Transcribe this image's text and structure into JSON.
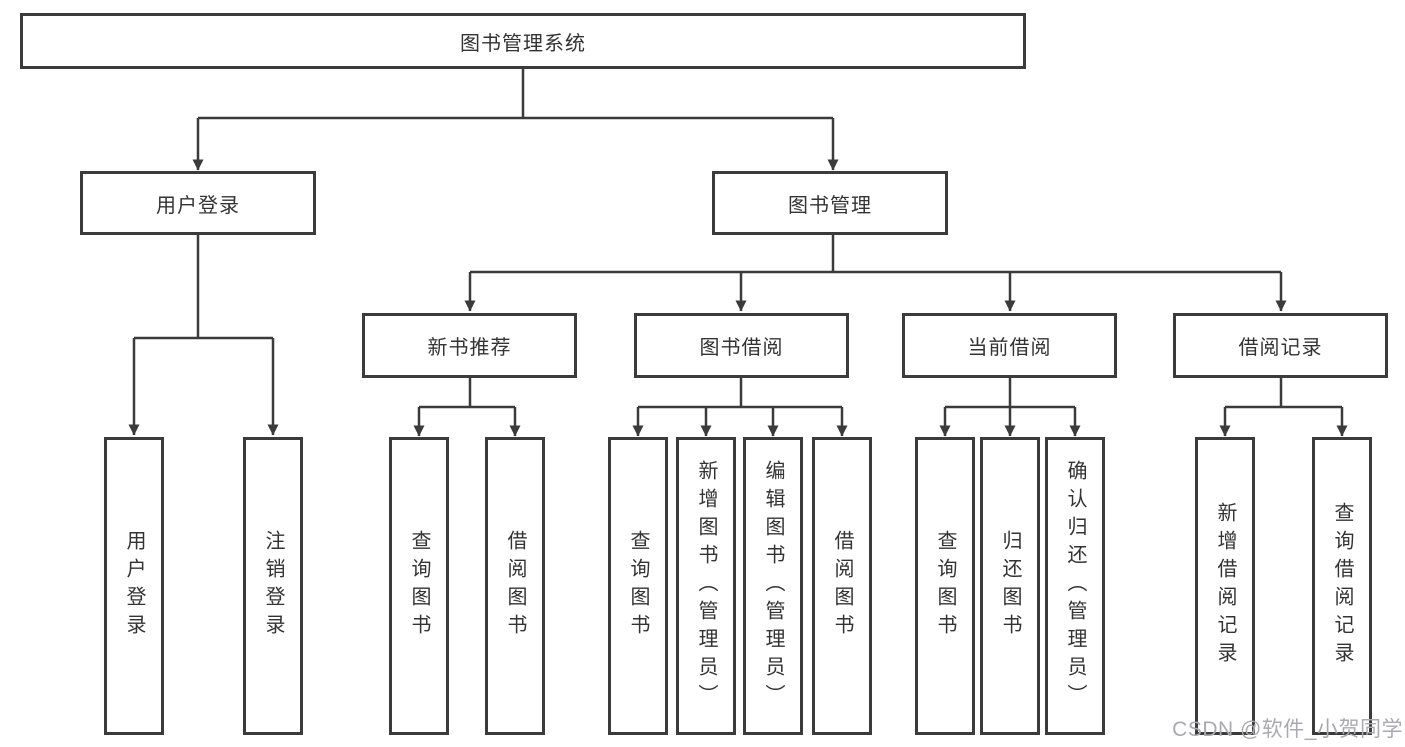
{
  "diagram": {
    "root": {
      "label": "图书管理系统"
    },
    "level2": [
      {
        "label": "用户登录"
      },
      {
        "label": "图书管理"
      }
    ],
    "level3": [
      {
        "label": "新书推荐"
      },
      {
        "label": "图书借阅"
      },
      {
        "label": "当前借阅"
      },
      {
        "label": "借阅记录"
      }
    ],
    "leaves": [
      {
        "label": "用户登录"
      },
      {
        "label": "注销登录"
      },
      {
        "label": "查询图书"
      },
      {
        "label": "借阅图书"
      },
      {
        "label": "查询图书"
      },
      {
        "label": "新增图书（管理员）"
      },
      {
        "label": "编辑图书（管理员）"
      },
      {
        "label": "借阅图书"
      },
      {
        "label": "查询图书"
      },
      {
        "label": "归还图书"
      },
      {
        "label": "确认归还（管理员）"
      },
      {
        "label": "新增借阅记录"
      },
      {
        "label": "查询借阅记录"
      }
    ],
    "watermark": "CSDN @软件_小贺同学",
    "colors": {
      "line": "#3b3b3b",
      "text": "#333333",
      "watermark": "#a9a9b0",
      "background": "#ffffff"
    }
  }
}
